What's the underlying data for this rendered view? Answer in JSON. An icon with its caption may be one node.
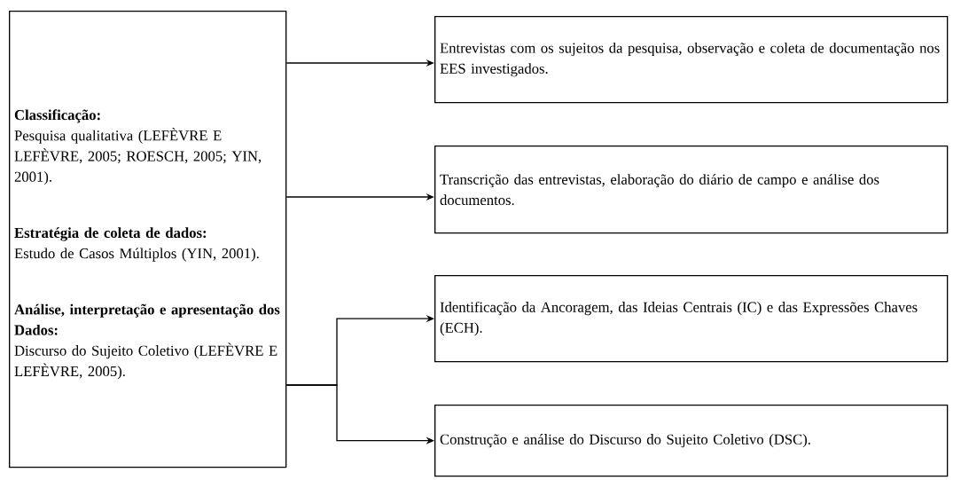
{
  "diagram": {
    "nodes": [
      {
        "text": [
          "Classificação:",
          "Pesquisa qualitativa (LEFÈVRE E LEFÈVRE, 2005; ROESCH, 2005; YIN, 2001).",
          "Estratégia de coleta de dados:",
          "Estudo de Casos Múltiplos (YIN, 2001).",
          "Análise, interpretação e apresentação dos Dados:",
          "Discurso do Sujeito Coletivo (LEFÈVRE E LEFÈVRE, 2005)."
        ]
      },
      {
        "text": [
          "Entrevistas com os sujeitos da pesquisa, observação e coleta de documentação nos EES investigados."
        ]
      },
      {
        "text": [
          "Transcrição das entrevistas, elaboração do diário de campo e análise dos documentos."
        ]
      },
      {
        "text": [
          "Identificação da Ancoragem, das Ideias Centrais (IC) e das Expressões Chaves (ECH)."
        ]
      },
      {
        "text": [
          "Construção e análise do Discurso do Sujeito Coletivo (DSC)."
        ]
      }
    ],
    "edges": [
      {
        "from": 0,
        "to": 1,
        "arrow": "to"
      },
      {
        "from": 0,
        "to": 2,
        "arrow": "to"
      },
      {
        "from": 0,
        "to": 3,
        "arrow": "to"
      },
      {
        "from": 0,
        "to": 4,
        "arrow": "to"
      }
    ]
  }
}
